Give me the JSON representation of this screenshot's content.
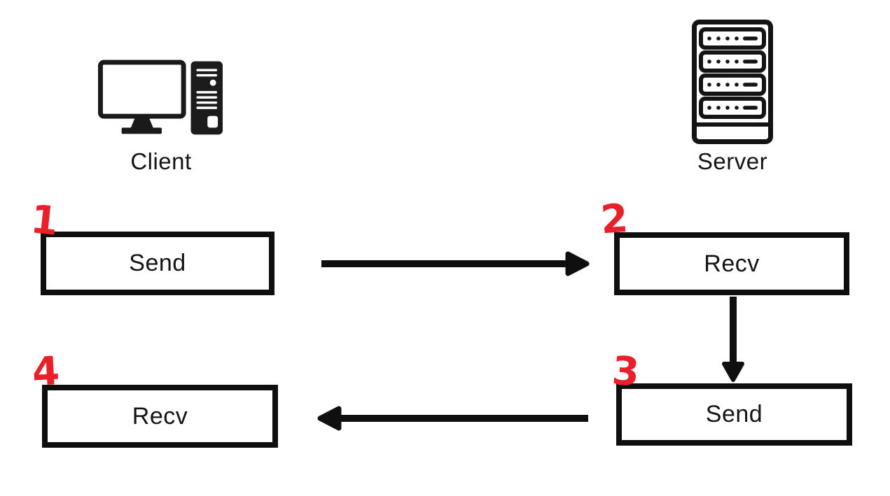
{
  "diagram": {
    "actors": {
      "client": {
        "label": "Client"
      },
      "server": {
        "label": "Server"
      }
    },
    "steps": [
      {
        "number": "1",
        "label": "Send",
        "actor": "client"
      },
      {
        "number": "2",
        "label": "Recv",
        "actor": "server"
      },
      {
        "number": "3",
        "label": "Send",
        "actor": "server"
      },
      {
        "number": "4",
        "label": "Recv",
        "actor": "client"
      }
    ],
    "flow": [
      {
        "from": "1",
        "to": "2",
        "direction": "right"
      },
      {
        "from": "2",
        "to": "3",
        "direction": "down"
      },
      {
        "from": "3",
        "to": "4",
        "direction": "left"
      }
    ],
    "colors": {
      "ink": "#0f0f0f",
      "annotation_red": "#e8202a",
      "background": "#ffffff"
    }
  }
}
